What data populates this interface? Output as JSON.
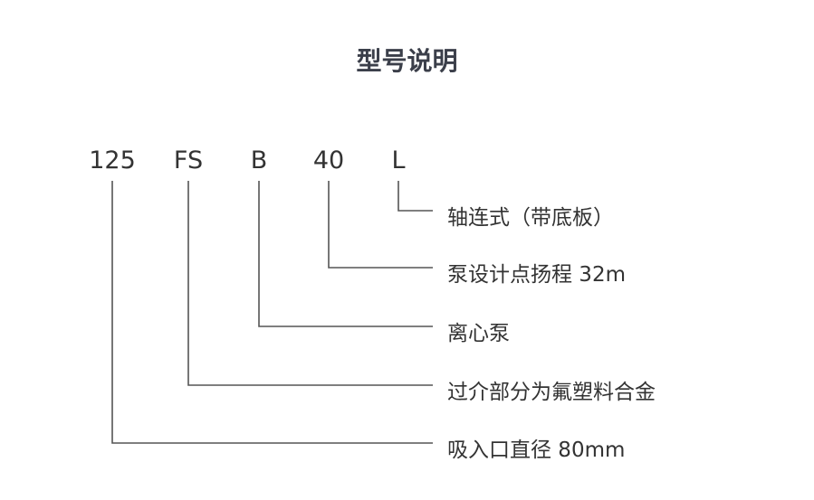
{
  "title": "型号说明",
  "codes": [
    "125",
    "FS",
    "B",
    "40",
    "L"
  ],
  "descriptions": [
    "轴连式（带底板）",
    "泵设计点扬程 32m",
    "离心泵",
    "过介部分为氟塑料合金",
    "吸入口直径 80mm"
  ]
}
